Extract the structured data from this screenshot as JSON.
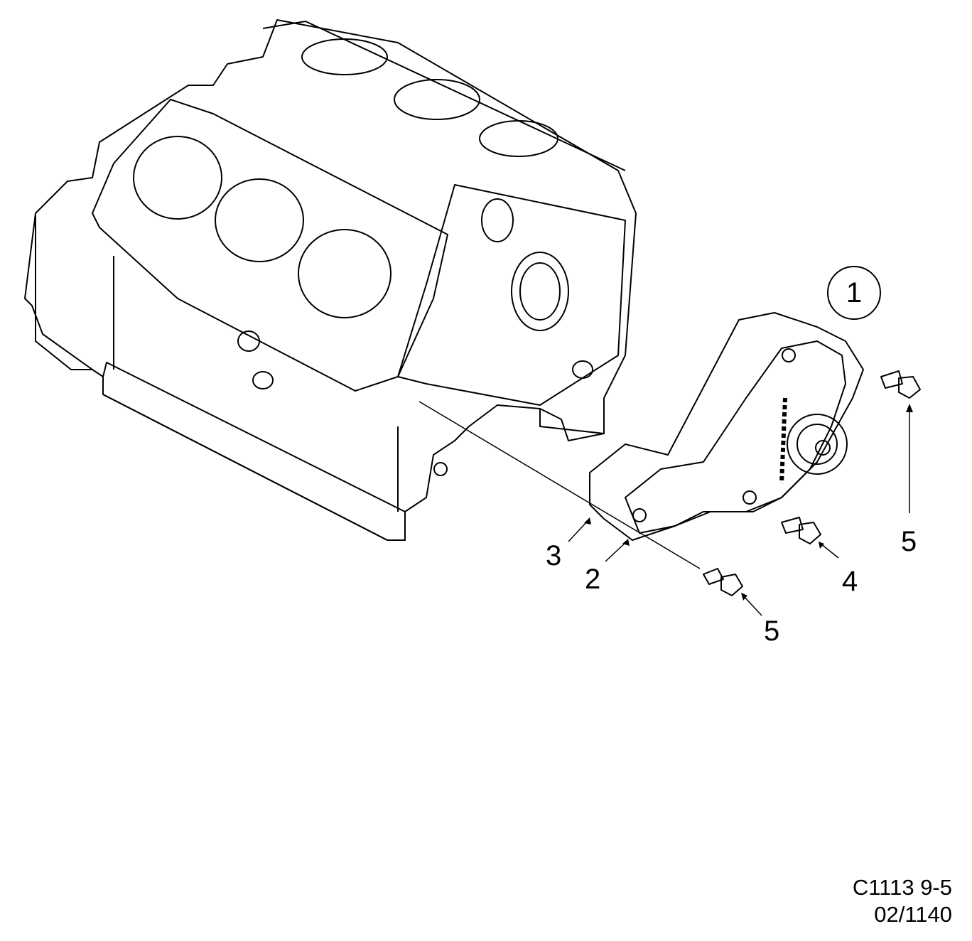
{
  "diagram": {
    "title_callout": "1",
    "callouts": {
      "gasket": "3",
      "pump": "2",
      "bolt_lower": "5",
      "bolt_middle": "4",
      "bolt_upper": "5"
    },
    "reference_code": "C1113 9-5",
    "reference_number": "02/1140"
  }
}
